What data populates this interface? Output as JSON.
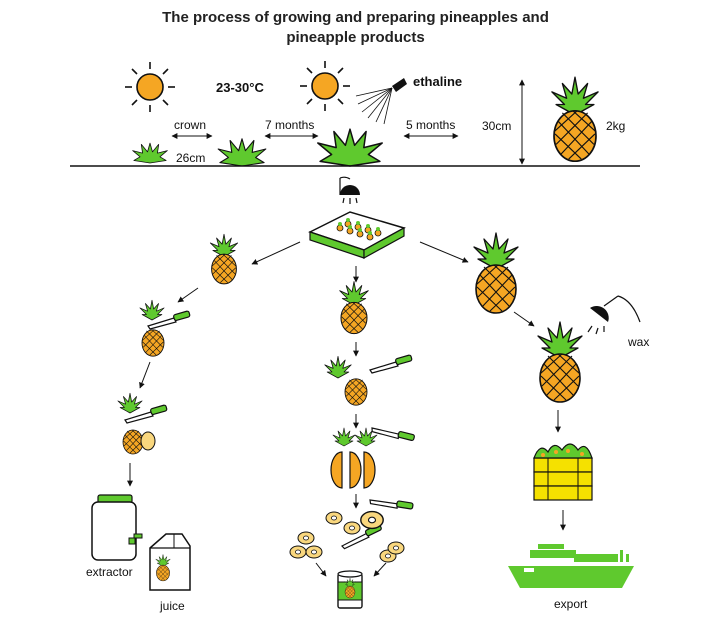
{
  "title": {
    "line1": "The process of growing and preparing pineapples and",
    "line2": "pineapple products"
  },
  "growing": {
    "temperature": "23-30°C",
    "chemical": "ethaline",
    "stage_crown": "crown",
    "stage_7_months": "7 months",
    "stage_5_months": "5 months",
    "crown_size": "26cm",
    "height": "30cm",
    "weight": "2kg"
  },
  "products": {
    "extractor": "extractor",
    "juice": "juice",
    "wax": "wax",
    "export": "export"
  },
  "colors": {
    "sun": "#f5a623",
    "leaf": "#5fc92e",
    "fruit": "#f5a623",
    "outline": "#111111"
  }
}
